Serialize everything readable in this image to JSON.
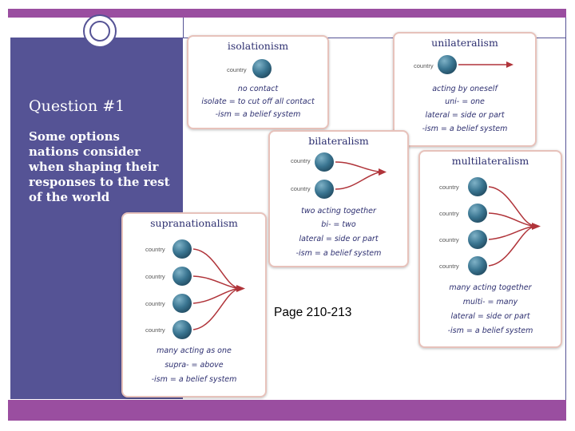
{
  "slide": {
    "question_title": "Question #1",
    "question_body": "Some options nations consider when shaping their responses to the rest of the world",
    "page_ref": "Page 210-213"
  },
  "colors": {
    "band": "#9a4ea0",
    "panel": "#555395",
    "arrow": "#b0343a",
    "ink": "#2d2f70",
    "card_border": "#e7c2bb"
  },
  "cards": {
    "isolationism": {
      "title": "isolationism",
      "country_labels": [
        "country"
      ],
      "notes": [
        "no contact",
        "isolate = to cut off all contact",
        "-ism = a belief system"
      ]
    },
    "unilateralism": {
      "title": "unilateralism",
      "country_labels": [
        "country"
      ],
      "notes": [
        "acting by oneself",
        "uni- = one",
        "lateral = side or part",
        "-ism = a belief system"
      ]
    },
    "bilateralism": {
      "title": "bilateralism",
      "country_labels": [
        "country",
        "country"
      ],
      "notes": [
        "two acting together",
        "bi- = two",
        "lateral = side or part",
        "-ism = a belief system"
      ]
    },
    "multilateralism": {
      "title": "multilateralism",
      "country_labels": [
        "country",
        "country",
        "country",
        "country"
      ],
      "notes": [
        "many acting together",
        "multi- = many",
        "lateral = side or part",
        "-ism = a belief system"
      ]
    },
    "supranationalism": {
      "title": "supranationalism",
      "country_labels": [
        "country",
        "country",
        "country",
        "country"
      ],
      "notes": [
        "many acting as one",
        "supra- = above",
        "-ism = a belief system"
      ]
    }
  }
}
